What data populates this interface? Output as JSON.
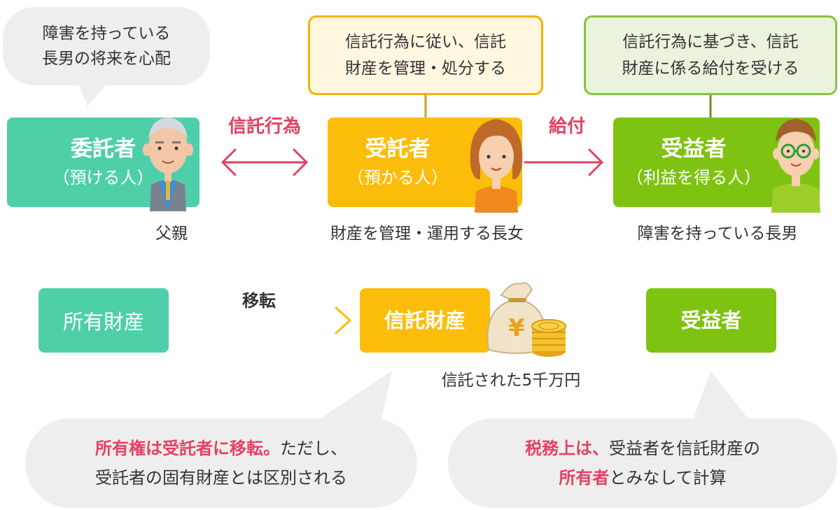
{
  "settlor_bubble": {
    "line1": "障害を持っている",
    "line2": "長男の将来を心配"
  },
  "trustee_note": {
    "line1": "信託行為に従い、信託",
    "line2": "財産を管理・処分する"
  },
  "beneficiary_note": {
    "line1": "信託行為に基づき、信託",
    "line2": "財産に係る給付を受ける"
  },
  "settlor": {
    "title": "委託者",
    "subtitle": "（預ける人）",
    "caption": "父親"
  },
  "trustee": {
    "title": "受託者",
    "subtitle": "（預かる人）",
    "caption": "財産を管理・運用する長女"
  },
  "beneficiary": {
    "title": "受益者",
    "subtitle": "（利益を得る人）",
    "caption": "障害を持っている長男"
  },
  "arrows": {
    "trust_act": "信託行為",
    "benefit": "給付",
    "transfer": "移転"
  },
  "ownership_box": "所有財産",
  "trust_property_box": "信託財産",
  "money_caption": "信託された5千万円",
  "yen_symbol": "¥",
  "beneficiary_box2": "受益者",
  "bottom_left": {
    "hl": "所有権は受託者に移転。",
    "rest": "ただし、",
    "line2": "受託者の固有財産とは区別される"
  },
  "bottom_right": {
    "hl1": "税務上は、",
    "rest1": "受益者を信託財産の",
    "hl2": "所有者",
    "rest2": "とみなして計算"
  },
  "colors": {
    "teal": "#4ecfaa",
    "gold": "#fbbd0a",
    "lime": "#7ec311",
    "accent_red": "#e73f64",
    "bubble_gray": "#eeeeee"
  }
}
